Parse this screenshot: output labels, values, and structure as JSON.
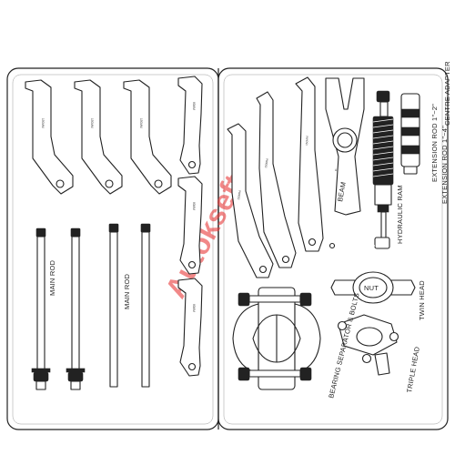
{
  "labels": {
    "main_rod_1": "MAIN ROD",
    "main_rod_2": "MAIN ROD",
    "beam": "BEAM",
    "hydraulic_ram": "HYDRAULIC RAM",
    "extension_rod_1": "EXTENSION ROD 1\"~4\"",
    "extension_rod_2": "EXTENSION ROD 1\"~2\"",
    "centre_adapter": "CENTRE ADAPTER",
    "nut": "NUT",
    "twin_head": "TWIN HEAD",
    "triple_head": "TRIPLE HEAD",
    "bearing_separator": "BEARING SEPARATOR & BOLTS"
  },
  "arm_marks": {
    "left_arm_1": "150MM",
    "left_arm_2": "150MM",
    "left_arm_3": "150MM",
    "short_arm_1": "80MM",
    "short_arm_2": "80MM",
    "short_arm_3": "80MM",
    "right_arm_1": "150MM",
    "right_arm_2": "150MM",
    "right_arm_3": "150MM"
  },
  "beam_mark": "A",
  "watermark": {
    "text": "Autokseft",
    "color_main": "#e83a3a",
    "color_accent": "#e8e8e8"
  },
  "colors": {
    "line": "#222222",
    "background": "#ffffff"
  }
}
